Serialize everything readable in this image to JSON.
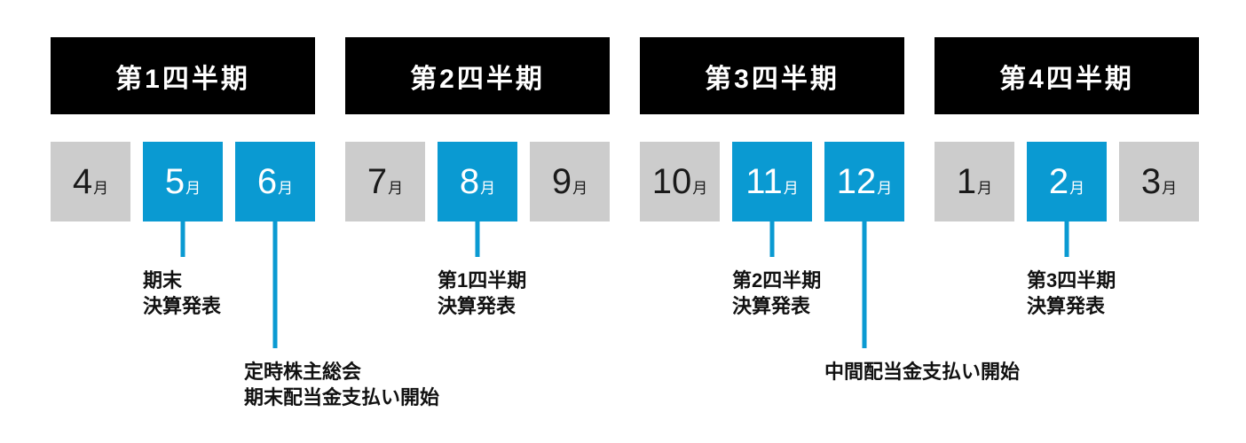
{
  "colors": {
    "accent_blue": "#0a9ad2",
    "inactive_gray": "#cccccc",
    "header_black": "#000000",
    "text_dark": "#111111"
  },
  "quarters": [
    {
      "label": "第1四半期",
      "months": [
        {
          "number": "4",
          "unit": "月",
          "highlighted": false
        },
        {
          "number": "5",
          "unit": "月",
          "highlighted": true,
          "event": {
            "line1": "期末",
            "line2": "決算発表",
            "connector": "short"
          }
        },
        {
          "number": "6",
          "unit": "月",
          "highlighted": true,
          "event": {
            "line1": "定時株主総会",
            "line2": "期末配当金支払い開始",
            "connector": "long"
          }
        }
      ]
    },
    {
      "label": "第2四半期",
      "months": [
        {
          "number": "7",
          "unit": "月",
          "highlighted": false
        },
        {
          "number": "8",
          "unit": "月",
          "highlighted": true,
          "event": {
            "line1": "第1四半期",
            "line2": "決算発表",
            "connector": "short"
          }
        },
        {
          "number": "9",
          "unit": "月",
          "highlighted": false
        }
      ]
    },
    {
      "label": "第3四半期",
      "months": [
        {
          "number": "10",
          "unit": "月",
          "highlighted": false
        },
        {
          "number": "11",
          "unit": "月",
          "highlighted": true,
          "event": {
            "line1": "第2四半期",
            "line2": "決算発表",
            "connector": "short"
          }
        },
        {
          "number": "12",
          "unit": "月",
          "highlighted": true,
          "event": {
            "line1": "中間配当金支払い開始",
            "line2": "",
            "connector": "long"
          }
        }
      ]
    },
    {
      "label": "第4四半期",
      "months": [
        {
          "number": "1",
          "unit": "月",
          "highlighted": false
        },
        {
          "number": "2",
          "unit": "月",
          "highlighted": true,
          "event": {
            "line1": "第3四半期",
            "line2": "決算発表",
            "connector": "short"
          }
        },
        {
          "number": "3",
          "unit": "月",
          "highlighted": false
        }
      ]
    }
  ]
}
